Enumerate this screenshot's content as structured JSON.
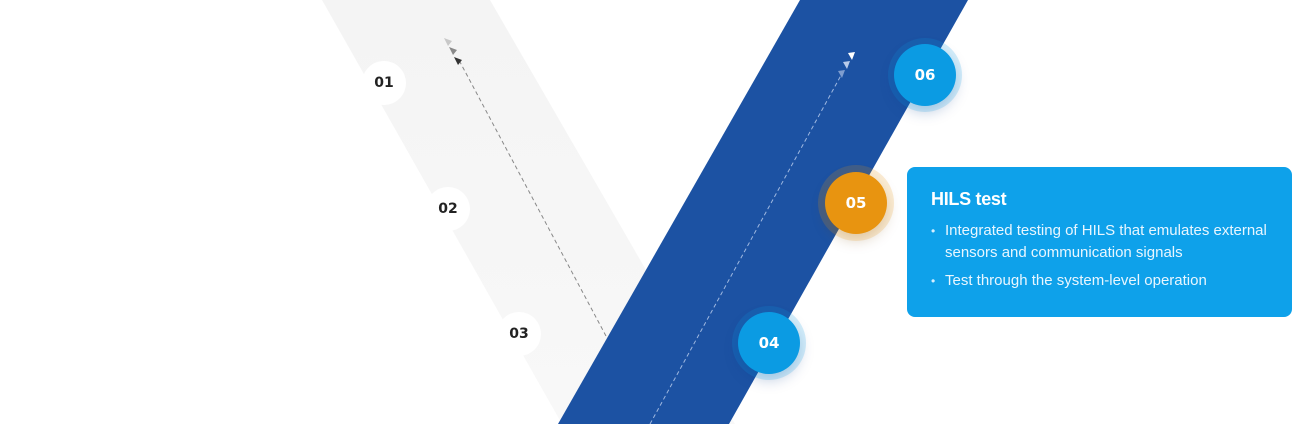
{
  "steps": [
    {
      "id": "s01",
      "label": "01",
      "state": "plain"
    },
    {
      "id": "s02",
      "label": "02",
      "state": "plain"
    },
    {
      "id": "s03",
      "label": "03",
      "state": "plain"
    },
    {
      "id": "s04",
      "label": "04",
      "state": "blue"
    },
    {
      "id": "s05",
      "label": "05",
      "state": "orange"
    },
    {
      "id": "s06",
      "label": "06",
      "state": "blue"
    }
  ],
  "info_card": {
    "title": "HILS test",
    "bullets": [
      "Integrated testing of HILS that emulates external sensors and communication signals",
      "Test through the system-level operation"
    ]
  },
  "colors": {
    "left_band": "#f5f5f5",
    "right_band": "#1c52a3",
    "step_blue": "#0b9be3",
    "step_orange": "#e89410",
    "card_bg": "#0ea1ea"
  }
}
